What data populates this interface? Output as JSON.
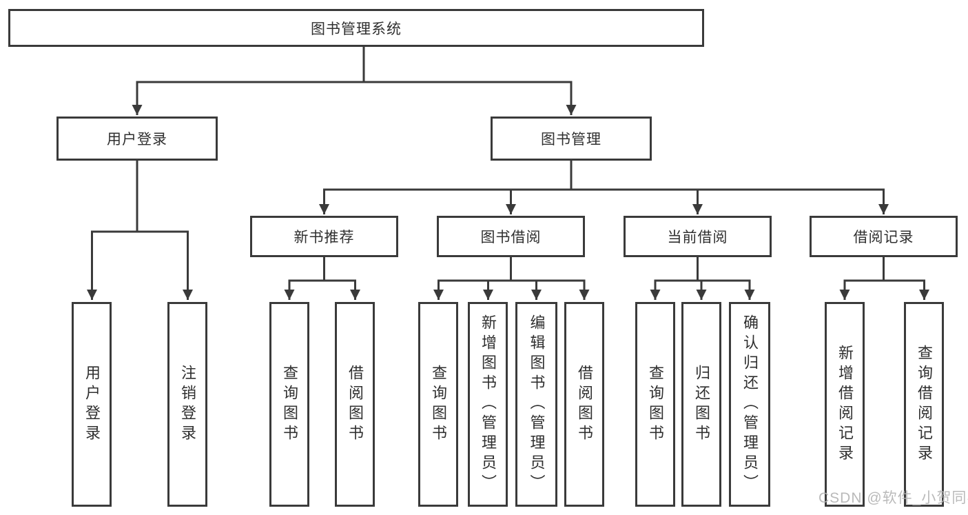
{
  "diagram_type": "hierarchical-function-tree",
  "colors": {
    "background": "#ffffff",
    "line": "#3a3a3a",
    "box_border": "#3a3a3a",
    "text": "#2f2f2f",
    "watermark": "#b2b2b2"
  },
  "watermark": {
    "text": "CSDN @软件_小贺同学"
  },
  "tree": {
    "label": "图书管理系统",
    "children": [
      {
        "label": "用户登录",
        "children": [
          {
            "label": "用户登录"
          },
          {
            "label": "注销登录"
          }
        ]
      },
      {
        "label": "图书管理",
        "children": [
          {
            "label": "新书推荐",
            "children": [
              {
                "label": "查询图书"
              },
              {
                "label": "借阅图书"
              }
            ]
          },
          {
            "label": "图书借阅",
            "children": [
              {
                "label": "查询图书"
              },
              {
                "label": "新增图书（管理员）"
              },
              {
                "label": "编辑图书（管理员）"
              },
              {
                "label": "借阅图书"
              }
            ]
          },
          {
            "label": "当前借阅",
            "children": [
              {
                "label": "查询图书"
              },
              {
                "label": "归还图书"
              },
              {
                "label": "确认归还（管理员）"
              }
            ]
          },
          {
            "label": "借阅记录",
            "children": [
              {
                "label": "新增借阅记录"
              },
              {
                "label": "查询借阅记录"
              }
            ]
          }
        ]
      }
    ]
  }
}
